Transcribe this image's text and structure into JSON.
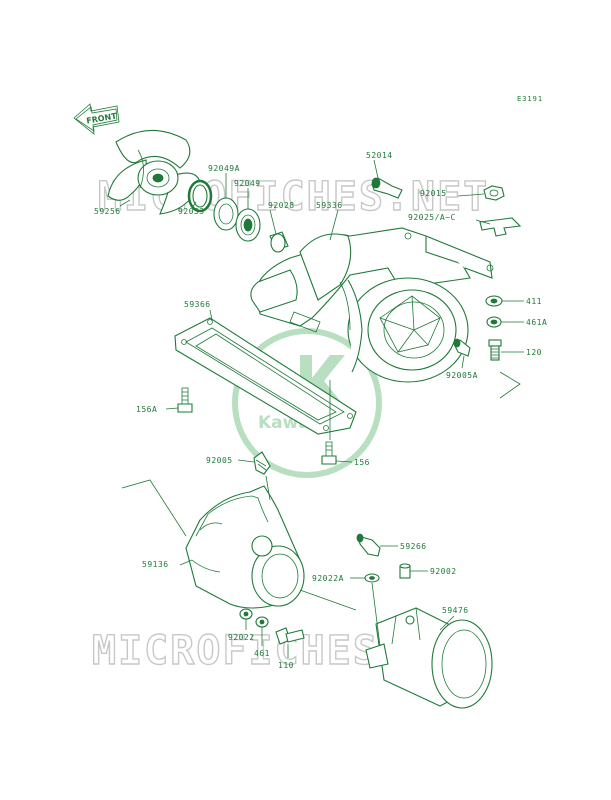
{
  "reference_code": "E3191",
  "front_arrow_label": "FRONT",
  "watermark_text": "MICROFICHES.NET",
  "logo_text": "Kawasaki",
  "accent_color": "#1f7a3a",
  "parts": [
    {
      "id": "p1",
      "label": "59256"
    },
    {
      "id": "p2",
      "label": "92033"
    },
    {
      "id": "p3",
      "label": "92049A"
    },
    {
      "id": "p4",
      "label": "92049"
    },
    {
      "id": "p5",
      "label": "92028"
    },
    {
      "id": "p6",
      "label": "59336"
    },
    {
      "id": "p7",
      "label": "52014"
    },
    {
      "id": "p8",
      "label": "92015"
    },
    {
      "id": "p9",
      "label": "92025/A~C"
    },
    {
      "id": "p10",
      "label": "411"
    },
    {
      "id": "p11",
      "label": "461A"
    },
    {
      "id": "p12",
      "label": "120"
    },
    {
      "id": "p13",
      "label": "92005A"
    },
    {
      "id": "p14",
      "label": "59366"
    },
    {
      "id": "p15",
      "label": "156A"
    },
    {
      "id": "p16",
      "label": "156"
    },
    {
      "id": "p17",
      "label": "92005"
    },
    {
      "id": "p18",
      "label": "59136"
    },
    {
      "id": "p19",
      "label": "59266"
    },
    {
      "id": "p20",
      "label": "92022A"
    },
    {
      "id": "p21",
      "label": "92002"
    },
    {
      "id": "p22",
      "label": "59476"
    },
    {
      "id": "p23",
      "label": "92022"
    },
    {
      "id": "p24",
      "label": "461"
    },
    {
      "id": "p25",
      "label": "110"
    }
  ]
}
